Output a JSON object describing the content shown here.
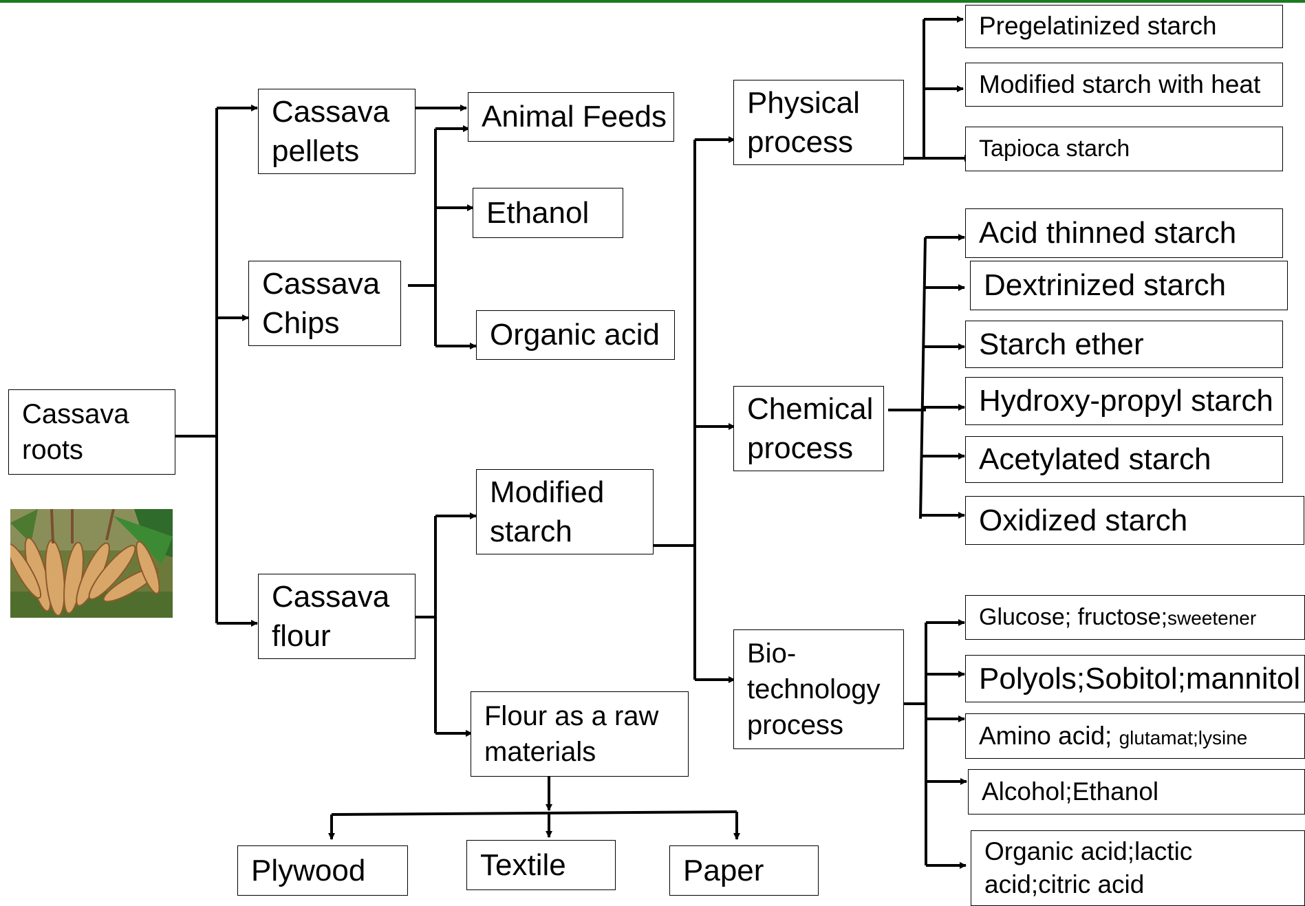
{
  "nodes": {
    "cassava_roots": "Cassava\nroots",
    "cassava_pellets": "Cassava\npellets",
    "cassava_chips": "Cassava\nChips",
    "cassava_flour": "Cassava\nflour",
    "animal_feeds": "Animal Feeds",
    "ethanol": "Ethanol",
    "organic_acid": "Organic acid",
    "modified_starch": "Modified\nstarch",
    "flour_raw_materials": "Flour as a raw\nmaterials",
    "plywood": "Plywood",
    "textile": "Textile",
    "paper": "Paper",
    "physical_process": "Physical\nprocess",
    "chemical_process": "Chemical\nprocess",
    "biotech_process": "Bio-\ntechnology\nprocess",
    "pregelatinized_starch": "Pregelatinized starch",
    "modified_starch_heat": "Modified starch with heat",
    "tapioca_starch": "Tapioca starch",
    "acid_thinned_starch": "Acid thinned starch",
    "dextrinized_starch": "Dextrinized starch",
    "starch_ether": "Starch ether",
    "hydroxy_propyl_starch": "Hydroxy-propyl starch",
    "acetylated_starch": "Acetylated starch",
    "oxidized_starch": "Oxidized starch",
    "glucose_main": "Glucose; fructose;",
    "glucose_small": "sweetener",
    "polyols": "Polyols;Sobitol;mannitol",
    "amino_main": "Amino acid; ",
    "amino_small": "glutamat;lysine",
    "alcohol_ethanol": "Alcohol;Ethanol",
    "organic_acid_lactic": "Organic acid;lactic\nacid;citric acid"
  },
  "colors": {
    "top_bar": "#1e7a1e",
    "lines": "#000000"
  },
  "image": "cassava-roots-photo"
}
